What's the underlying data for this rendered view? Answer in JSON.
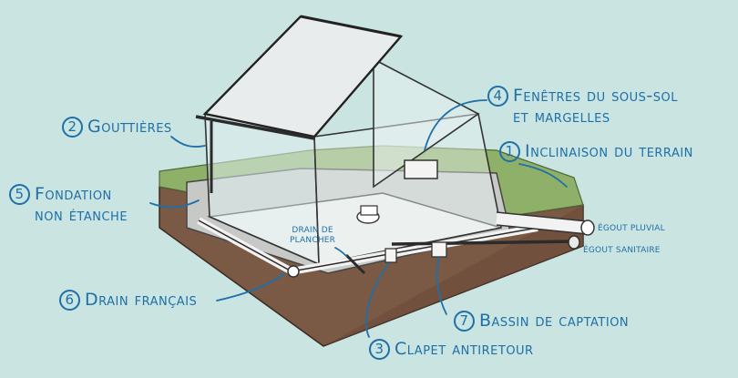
{
  "colors": {
    "background": "#c9e4e1",
    "label_blue": "#1f6fa8",
    "grass": "#8fb068",
    "soil": "#7a5a45",
    "pipe_dark": "#2b2b2b"
  },
  "labels": [
    {
      "id": "gouttieres",
      "num": "2",
      "lines": [
        "Gouttières"
      ]
    },
    {
      "id": "fondation",
      "num": "5",
      "lines": [
        "Fondation",
        "non étanche"
      ]
    },
    {
      "id": "drain-francais",
      "num": "6",
      "lines": [
        "Drain français"
      ]
    },
    {
      "id": "clapet",
      "num": "3",
      "lines": [
        "Clapet antiretour"
      ]
    },
    {
      "id": "bassin",
      "num": "7",
      "lines": [
        "Bassin de captation"
      ]
    },
    {
      "id": "fenetres",
      "num": "4",
      "lines": [
        "Fenêtres du sous-sol",
        "et margelles"
      ]
    },
    {
      "id": "inclinaison",
      "num": "1",
      "lines": [
        "Inclinaison du terrain"
      ]
    }
  ],
  "small_labels": {
    "drain_plancher": [
      "DRAIN DE",
      "PLANCHER"
    ],
    "egout_pluvial": "ÉGOUT PLUVIAL",
    "egout_sanitaire": "ÉGOUT SANITAIRE"
  }
}
